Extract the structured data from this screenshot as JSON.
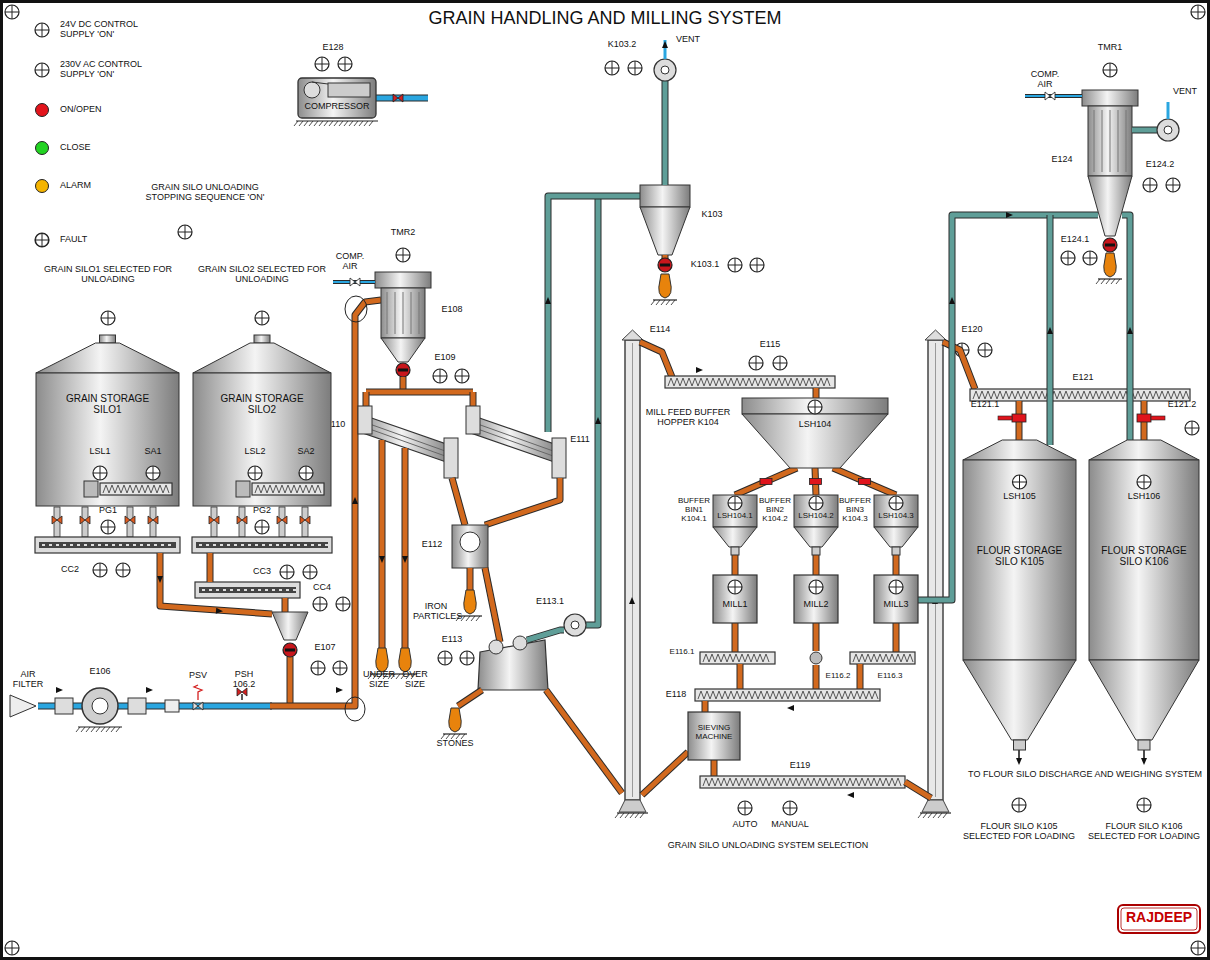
{
  "diagram": {
    "title": "GRAIN HANDLING AND MILLING SYSTEM",
    "nodes": [
      {
        "text": [
          "GRAIN STORAGE SILO1",
          "LSL1",
          "SA1"
        ]
      },
      {
        "text": [
          "GRAIN STORAGE SILO2",
          "LSL2",
          "SA2"
        ]
      },
      {
        "text": [
          "COMPRESSOR"
        ]
      },
      {
        "text": [
          "MILL FEED BUFFER HOPPER K104",
          "LSH104"
        ]
      },
      {
        "text": [
          "BUFFER BIN1 K104.1",
          "LSH104.1"
        ]
      },
      {
        "text": [
          "BUFFER BIN2 K104.2",
          "LSH104.2"
        ]
      },
      {
        "text": [
          "BUFFER BIN3 K104.3",
          "LSH104.3"
        ]
      },
      {
        "text": [
          "MILL1"
        ]
      },
      {
        "text": [
          "MILL2"
        ]
      },
      {
        "text": [
          "MILL3"
        ]
      },
      {
        "text": [
          "SIEVING MACHINE"
        ]
      },
      {
        "text": [
          "LSH105",
          "FLOUR STORAGE SILO K105"
        ]
      },
      {
        "text": [
          "LSH106",
          "FLOUR STORAGE SILO K106"
        ]
      },
      {
        "text": [
          "RAJDEEP"
        ]
      }
    ],
    "edges": [
      {
        "from": 3,
        "to": 4,
        "arrow": "none"
      },
      {
        "from": 3,
        "to": 5,
        "arrow": "none"
      },
      {
        "from": 3,
        "to": 6,
        "arrow": "none"
      },
      {
        "from": 4,
        "to": 7,
        "arrow": "none"
      },
      {
        "from": 5,
        "to": 8,
        "arrow": "none"
      },
      {
        "from": 6,
        "to": 9,
        "arrow": "none"
      }
    ],
    "labels": [
      "24V DC CONTROL SUPPLY 'ON'",
      "230V AC CONTROL SUPPLY 'ON'",
      "GRAIN SILO UNLOADING STOPPING SEQUENCE 'ON'",
      "GRAIN SILO1 SELECTED FOR UNLOADING",
      "GRAIN SILO2 SELECTED FOR UNLOADING",
      "PG1",
      "PG2",
      "CC2",
      "CC3",
      "CC4",
      "E128",
      "TMR2",
      "COMP. AIR",
      "E108",
      "E109",
      "E110",
      "E111",
      "E112",
      "IRON PARTICLES",
      "K103.2",
      "VENT",
      "K103",
      "K103.1",
      "E113.1",
      "E113",
      "STONES",
      "UNDER SIZE",
      "OVER SIZE",
      "E106",
      "AIR FILTER",
      "PSV",
      "PSH 106.2",
      "E107",
      "E114",
      "E115",
      "E116.1",
      "E116.2",
      "E116.3",
      "E118",
      "E119",
      "E120",
      "E121",
      "E121.1",
      "E121.2",
      "TMR1",
      "COMP. AIR",
      "VENT",
      "E124",
      "E124.2",
      "E124.1",
      "TO FLOUR SILO DISCHARGE AND WEIGHING SYSTEM",
      "FLOUR SILO K105 SELECTED FOR LOADING",
      "FLOUR SILO K106 SELECTED FOR LOADING",
      "AUTO",
      "MANUAL",
      "GRAIN SILO UNLOADING SYSTEM SELECTION"
    ],
    "legend": [
      {
        "text": "ON/OPEN",
        "color": "#e3141c"
      },
      {
        "text": "CLOSE",
        "color": "#22d322"
      },
      {
        "text": "ALARM",
        "color": "#f5b400"
      },
      {
        "text": "FAULT"
      }
    ]
  }
}
